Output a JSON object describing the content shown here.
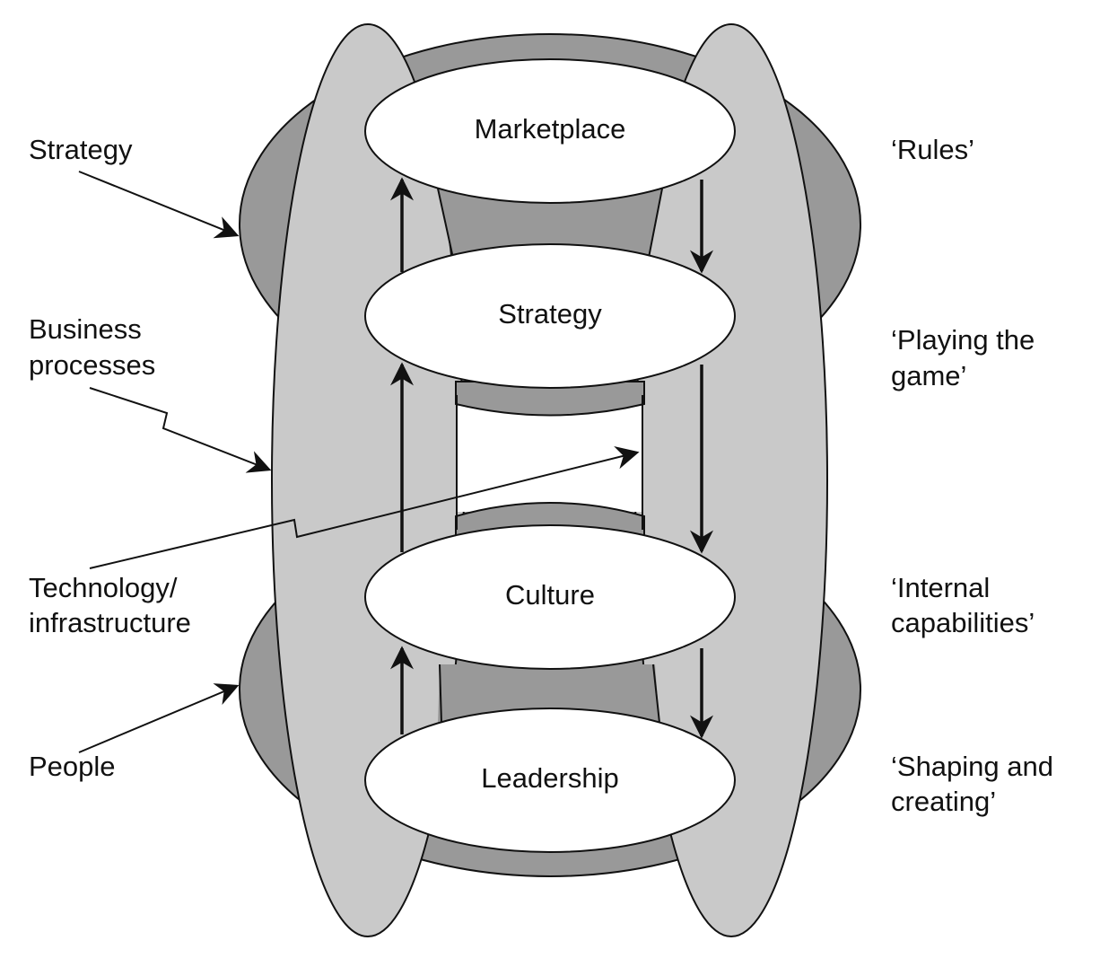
{
  "colors": {
    "dark_band": "#999999",
    "light_band": "#c9c9c9",
    "node_fill": "#ffffff",
    "stroke": "#111111",
    "background": "#ffffff"
  },
  "nodes": {
    "marketplace": "Marketplace",
    "strategy": "Strategy",
    "culture": "Culture",
    "leadership": "Leadership"
  },
  "left_labels": {
    "strategy": "Strategy",
    "business_processes_line1": "Business",
    "business_processes_line2": "processes",
    "technology_line1": "Technology/",
    "technology_line2": "infrastructure",
    "people": "People"
  },
  "right_labels": {
    "rules": "‘Rules’",
    "playing_line1": "‘Playing the",
    "playing_line2": "game’",
    "internal_line1": "‘Internal",
    "internal_line2": "capabilities’",
    "shaping_line1": "‘Shaping and",
    "shaping_line2": "creating’"
  }
}
